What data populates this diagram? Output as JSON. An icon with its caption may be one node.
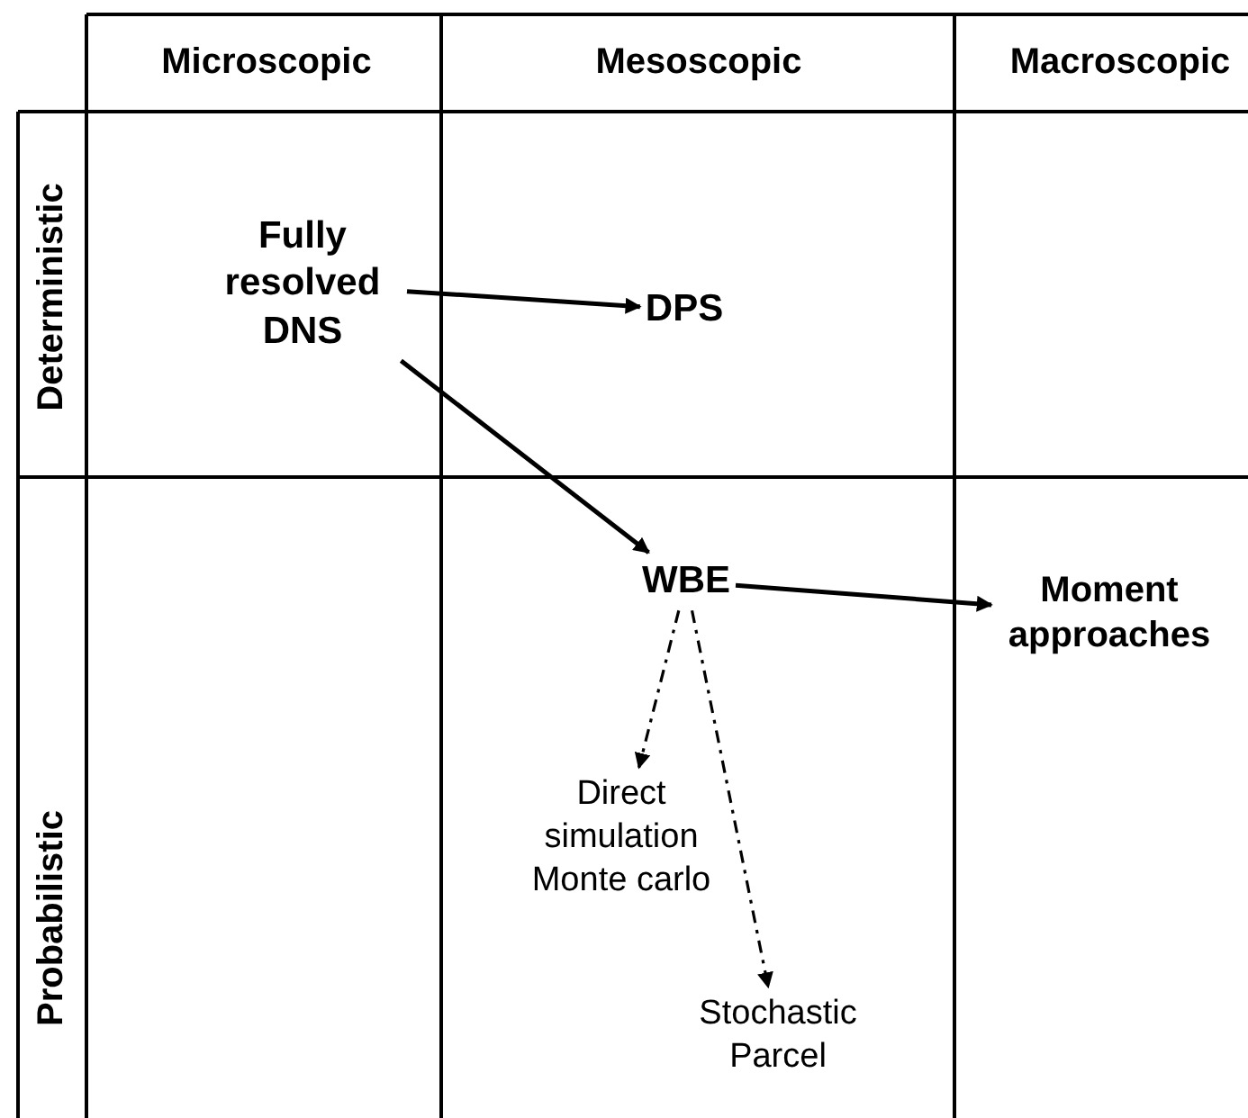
{
  "diagram": {
    "nodes": [
      {
        "text": [
          "Fully resolved DNS"
        ]
      },
      {
        "text": [
          "DPS"
        ]
      },
      {
        "text": [
          "WBE"
        ]
      },
      {
        "text": [
          "Moment approaches"
        ]
      },
      {
        "text": [
          "Direct simulation Monte carlo"
        ]
      },
      {
        "text": [
          "Stochastic Parcel"
        ]
      }
    ],
    "edges": [
      {
        "from": 0,
        "to": 1,
        "arrow": "to"
      },
      {
        "from": 0,
        "to": 2,
        "arrow": "to"
      },
      {
        "from": 2,
        "to": 3,
        "arrow": "to"
      },
      {
        "from": 2,
        "to": 4,
        "arrow": "to",
        "style": "dashed"
      },
      {
        "from": 2,
        "to": 5,
        "arrow": "to",
        "style": "dashed"
      }
    ],
    "labels": [
      "Microscopic",
      "Mesoscopic",
      "Macroscopic",
      "Deterministic",
      "Probabilistic"
    ]
  }
}
